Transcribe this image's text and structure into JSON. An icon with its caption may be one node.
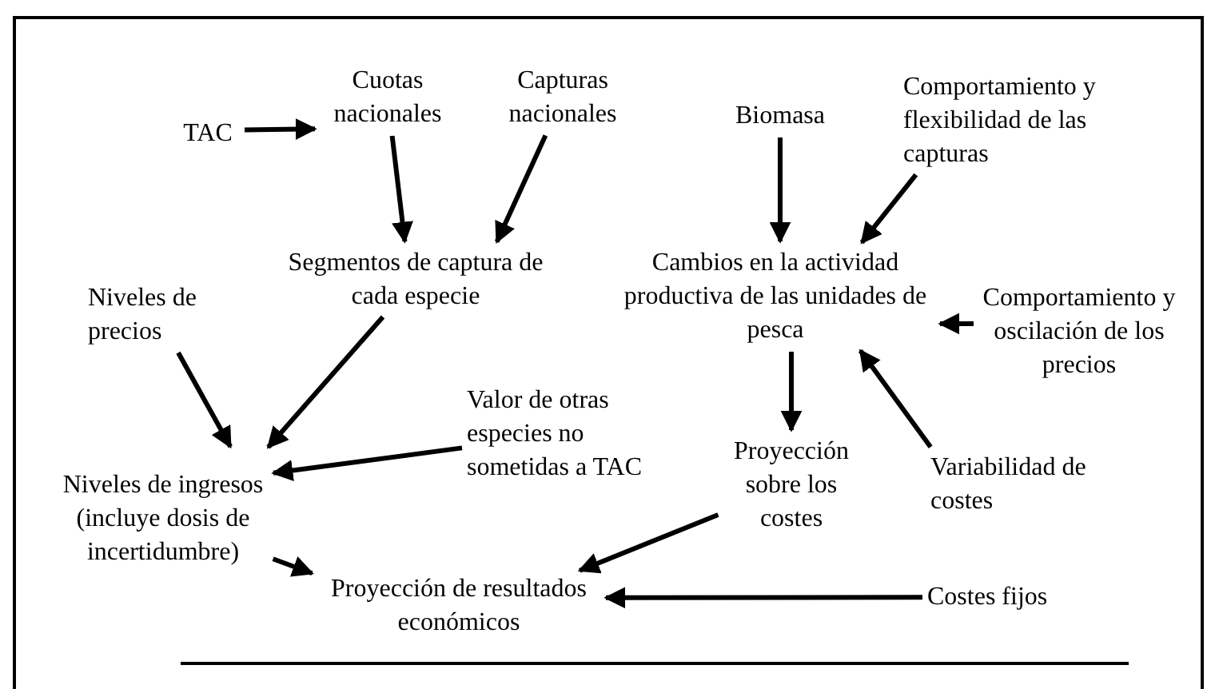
{
  "diagram": {
    "nodes": [
      {
        "text": [
          "TAC"
        ]
      },
      {
        "text": [
          "Cuotas nacionales"
        ]
      },
      {
        "text": [
          "Capturas nacionales"
        ]
      },
      {
        "text": [
          "Biomasa"
        ]
      },
      {
        "text": [
          "Comportamiento y flexibilidad de las capturas"
        ]
      },
      {
        "text": [
          "Segmentos de captura de cada especie"
        ]
      },
      {
        "text": [
          "Cambios en la actividad productiva de las unidades de pesca"
        ]
      },
      {
        "text": [
          "Niveles de precios"
        ]
      },
      {
        "text": [
          "Comportamiento y oscilación de los precios"
        ]
      },
      {
        "text": [
          "Valor de otras especies no sometidas a TAC"
        ]
      },
      {
        "text": [
          "Niveles de ingresos (incluye dosis de incertidumbre)"
        ]
      },
      {
        "text": [
          "Proyección sobre los costes"
        ]
      },
      {
        "text": [
          "Variabilidad de costes"
        ]
      },
      {
        "text": [
          "Proyección de resultados económicos"
        ]
      },
      {
        "text": [
          "Costes fijos"
        ]
      }
    ],
    "edges": [
      {
        "from": 0,
        "to": 1,
        "arrow": "to"
      },
      {
        "from": 1,
        "to": 5,
        "arrow": "to"
      },
      {
        "from": 2,
        "to": 5,
        "arrow": "to"
      },
      {
        "from": 3,
        "to": 6,
        "arrow": "to"
      },
      {
        "from": 4,
        "to": 6,
        "arrow": "to"
      },
      {
        "from": 8,
        "to": 6,
        "arrow": "to"
      },
      {
        "from": 12,
        "to": 6,
        "arrow": "to"
      },
      {
        "from": 6,
        "to": 11,
        "arrow": "to"
      },
      {
        "from": 7,
        "to": 10,
        "arrow": "to"
      },
      {
        "from": 5,
        "to": 10,
        "arrow": "to"
      },
      {
        "from": 9,
        "to": 10,
        "arrow": "to"
      },
      {
        "from": 10,
        "to": 13,
        "arrow": "to"
      },
      {
        "from": 11,
        "to": 13,
        "arrow": "to"
      },
      {
        "from": 14,
        "to": 13,
        "arrow": "to"
      }
    ]
  }
}
